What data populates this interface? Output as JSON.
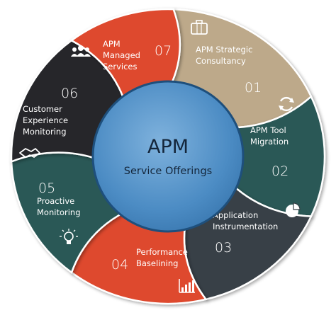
{
  "center": {
    "title": "APM",
    "subtitle": "Service Offerings"
  },
  "segments": [
    {
      "number": "01",
      "lines": [
        "APM Strategic",
        "Consultancy"
      ],
      "color": "#bda98a",
      "icon": "briefcase-icon"
    },
    {
      "number": "02",
      "lines": [
        "APM Tool",
        "Migration"
      ],
      "color": "#2a5957",
      "icon": "cycle-arrows-icon"
    },
    {
      "number": "03",
      "lines": [
        "Application",
        "Instrumentation"
      ],
      "color": "#373f46",
      "icon": "pie-chart-icon"
    },
    {
      "number": "04",
      "lines": [
        "Performance",
        "Baselining"
      ],
      "color": "#de4a2e",
      "icon": "bar-chart-icon"
    },
    {
      "number": "05",
      "lines": [
        "Proactive",
        "Monitoring"
      ],
      "color": "#2a5957",
      "icon": "lightbulb-icon"
    },
    {
      "number": "06",
      "lines": [
        "Customer",
        "Experience",
        "Monitoring"
      ],
      "color": "#25282b",
      "icon": "handshake-icon"
    },
    {
      "number": "07",
      "lines": [
        "APM",
        "Managed",
        "Services"
      ],
      "color": "#de4a2e",
      "icon": "team-icon"
    }
  ],
  "colors": {
    "center_fill": "#4c8cc4",
    "center_border": "#1e4f7c"
  }
}
